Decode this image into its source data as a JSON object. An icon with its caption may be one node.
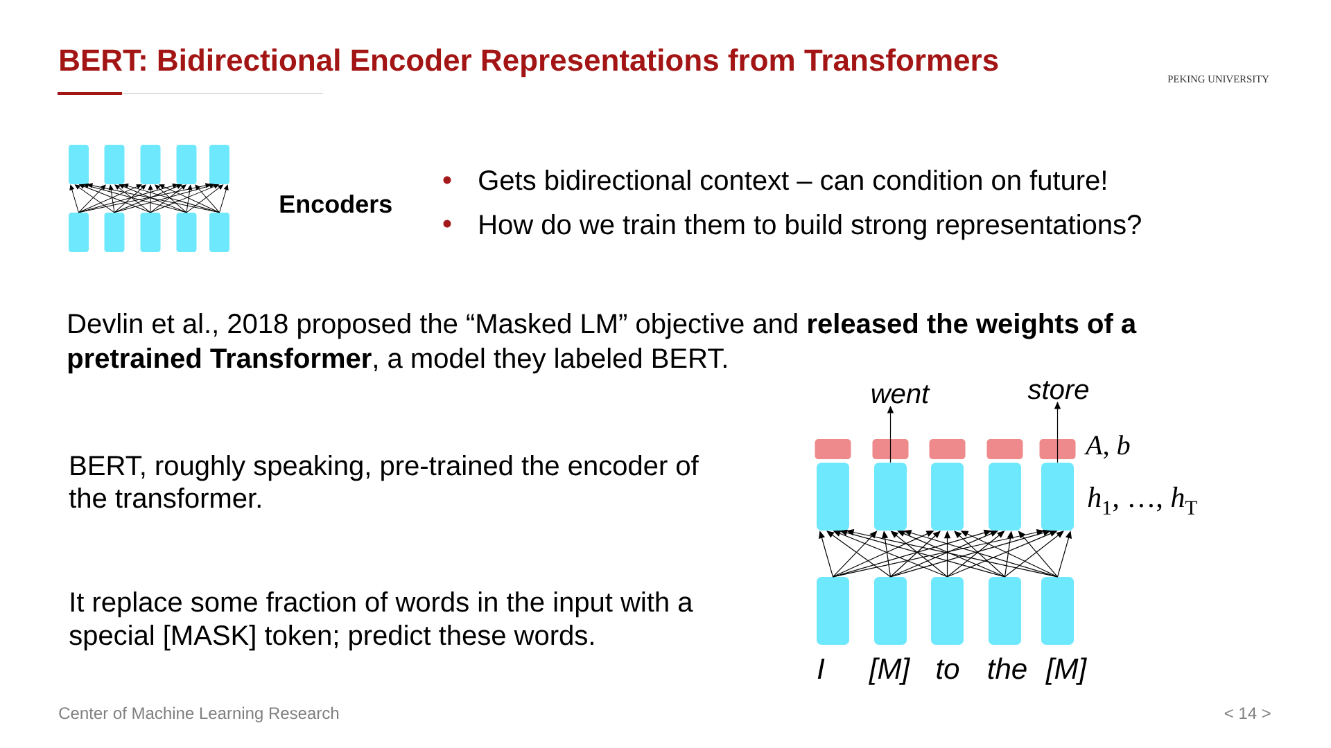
{
  "diagram": {
    "title": "BERT: Bidirectional Encoder Representations from Transformers",
    "nodes": [
      {
        "text": [],
        "shape": "box"
      },
      {
        "text": [],
        "shape": "box"
      },
      {
        "text": [],
        "shape": "box"
      },
      {
        "text": [],
        "shape": "box"
      },
      {
        "text": [],
        "shape": "box"
      },
      {
        "text": [],
        "shape": "box"
      },
      {
        "text": [],
        "shape": "box"
      },
      {
        "text": [],
        "shape": "box"
      },
      {
        "text": [],
        "shape": "box"
      },
      {
        "text": [],
        "shape": "box"
      },
      {
        "text": [
          "went"
        ]
      },
      {
        "text": [
          "store"
        ]
      },
      {
        "text": [],
        "shape": "box"
      },
      {
        "text": [],
        "shape": "box"
      },
      {
        "text": [],
        "shape": "box"
      },
      {
        "text": [],
        "shape": "box"
      },
      {
        "text": [],
        "shape": "box"
      },
      {
        "text": [],
        "shape": "box"
      },
      {
        "text": [],
        "shape": "box"
      },
      {
        "text": [],
        "shape": "box"
      },
      {
        "text": [],
        "shape": "box"
      },
      {
        "text": [],
        "shape": "box"
      },
      {
        "text": [],
        "shape": "box",
        "beside": [
          "I"
        ]
      },
      {
        "text": [],
        "shape": "box",
        "beside": [
          "[M]"
        ]
      },
      {
        "text": [],
        "shape": "box",
        "beside": [
          "to"
        ]
      },
      {
        "text": [],
        "shape": "box",
        "beside": [
          "the"
        ]
      },
      {
        "text": [],
        "shape": "box",
        "beside": [
          "[M]"
        ]
      }
    ],
    "edges": [
      {
        "from": 5,
        "to": 0,
        "arrow": "to"
      },
      {
        "from": 5,
        "to": 1,
        "arrow": "to"
      },
      {
        "from": 5,
        "to": 2,
        "arrow": "to"
      },
      {
        "from": 5,
        "to": 3,
        "arrow": "to"
      },
      {
        "from": 5,
        "to": 4,
        "arrow": "to"
      },
      {
        "from": 6,
        "to": 0,
        "arrow": "to"
      },
      {
        "from": 6,
        "to": 1,
        "arrow": "to"
      },
      {
        "from": 6,
        "to": 2,
        "arrow": "to"
      },
      {
        "from": 6,
        "to": 3,
        "arrow": "to"
      },
      {
        "from": 6,
        "to": 4,
        "arrow": "to"
      },
      {
        "from": 7,
        "to": 0,
        "arrow": "to"
      },
      {
        "from": 7,
        "to": 1,
        "arrow": "to"
      },
      {
        "from": 7,
        "to": 2,
        "arrow": "to"
      },
      {
        "from": 7,
        "to": 3,
        "arrow": "to"
      },
      {
        "from": 7,
        "to": 4,
        "arrow": "to"
      },
      {
        "from": 8,
        "to": 0,
        "arrow": "to"
      },
      {
        "from": 8,
        "to": 1,
        "arrow": "to"
      },
      {
        "from": 8,
        "to": 2,
        "arrow": "to"
      },
      {
        "from": 8,
        "to": 3,
        "arrow": "to"
      },
      {
        "from": 8,
        "to": 4,
        "arrow": "to"
      },
      {
        "from": 9,
        "to": 0,
        "arrow": "to"
      },
      {
        "from": 9,
        "to": 1,
        "arrow": "to"
      },
      {
        "from": 9,
        "to": 2,
        "arrow": "to"
      },
      {
        "from": 9,
        "to": 3,
        "arrow": "to"
      },
      {
        "from": 9,
        "to": 4,
        "arrow": "to"
      },
      {
        "from": 22,
        "to": 17,
        "arrow": "to"
      },
      {
        "from": 22,
        "to": 18,
        "arrow": "to"
      },
      {
        "from": 22,
        "to": 19,
        "arrow": "to"
      },
      {
        "from": 22,
        "to": 20,
        "arrow": "to"
      },
      {
        "from": 22,
        "to": 21,
        "arrow": "to"
      },
      {
        "from": 23,
        "to": 17,
        "arrow": "to"
      },
      {
        "from": 23,
        "to": 18,
        "arrow": "to"
      },
      {
        "from": 23,
        "to": 19,
        "arrow": "to"
      },
      {
        "from": 23,
        "to": 20,
        "arrow": "to"
      },
      {
        "from": 23,
        "to": 21,
        "arrow": "to"
      },
      {
        "from": 24,
        "to": 17,
        "arrow": "to"
      },
      {
        "from": 24,
        "to": 18,
        "arrow": "to"
      },
      {
        "from": 24,
        "to": 19,
        "arrow": "to"
      },
      {
        "from": 24,
        "to": 20,
        "arrow": "to"
      },
      {
        "from": 24,
        "to": 21,
        "arrow": "to"
      },
      {
        "from": 25,
        "to": 17,
        "arrow": "to"
      },
      {
        "from": 25,
        "to": 18,
        "arrow": "to"
      },
      {
        "from": 25,
        "to": 19,
        "arrow": "to"
      },
      {
        "from": 25,
        "to": 20,
        "arrow": "to"
      },
      {
        "from": 25,
        "to": 21,
        "arrow": "to"
      },
      {
        "from": 26,
        "to": 17,
        "arrow": "to"
      },
      {
        "from": 26,
        "to": 18,
        "arrow": "to"
      },
      {
        "from": 26,
        "to": 19,
        "arrow": "to"
      },
      {
        "from": 26,
        "to": 20,
        "arrow": "to"
      },
      {
        "from": 26,
        "to": 21,
        "arrow": "to"
      },
      {
        "from": 18,
        "to": 13,
        "arrow": "none"
      },
      {
        "from": 13,
        "to": 10,
        "arrow": "to"
      },
      {
        "from": 21,
        "to": 16,
        "arrow": "none"
      },
      {
        "from": 16,
        "to": 11,
        "arrow": "to"
      }
    ],
    "labels": [
      "PEKING UNIVERSITY",
      "Encoders",
      "Gets bidirectional context – can condition on future!",
      "How do we train them to build strong representations?",
      "Devlin et al., 2018 proposed the “Masked LM” objective and **released the weights of a pretrained Transformer**, a model they labeled BERT.",
      "*A*, *b*",
      "*h*$_{1}$, …, *h*$_{T}$",
      "BERT, roughly speaking, pre-trained the encoder of the transformer.",
      "It replace some fraction of words in the input with a special [MASK] token; predict these words.",
      "Center of Machine Learning Research",
      "< 14 >"
    ]
  }
}
